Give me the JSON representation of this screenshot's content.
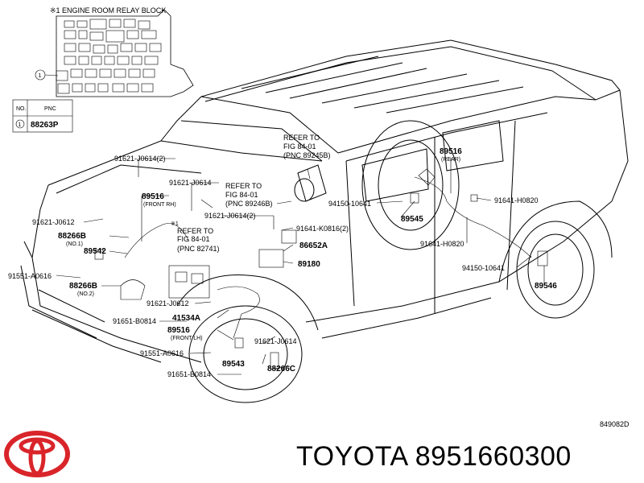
{
  "relay_block": {
    "title": "※1 ENGINE ROOM RELAY BLOCK",
    "marker": "1",
    "table_headers": [
      "NO.",
      "PNC"
    ],
    "table_row": {
      "no": "1",
      "pnc": "88263P"
    }
  },
  "callouts": [
    {
      "id": "c1",
      "text": "91621-J0614(2)"
    },
    {
      "id": "c2",
      "text": "91621-J0614"
    },
    {
      "id": "c3",
      "text": "89516"
    },
    {
      "id": "c3s",
      "text": "(FRONT RH)"
    },
    {
      "id": "c4",
      "text": "91621-J0612"
    },
    {
      "id": "c5",
      "text": "88266B"
    },
    {
      "id": "c5s",
      "text": "(NO.1)"
    },
    {
      "id": "c6",
      "text": "89542"
    },
    {
      "id": "c7",
      "text": "91551-A0616"
    },
    {
      "id": "c8",
      "text": "88266B"
    },
    {
      "id": "c8s",
      "text": "(NO.2)"
    },
    {
      "id": "c9",
      "text": "91621-J0612"
    },
    {
      "id": "c10",
      "text": "91651-B0814"
    },
    {
      "id": "c11",
      "text": "41534A"
    },
    {
      "id": "c12",
      "text": "89516"
    },
    {
      "id": "c12s",
      "text": "(FRONT LH)"
    },
    {
      "id": "c13",
      "text": "91551-A0616"
    },
    {
      "id": "c14",
      "text": "91651-B0814"
    },
    {
      "id": "c15",
      "text": "89543"
    },
    {
      "id": "c16",
      "text": "91621-J0614"
    },
    {
      "id": "c17",
      "text": "88266C"
    },
    {
      "id": "c18",
      "text": "91621-J0614(2)"
    },
    {
      "id": "c19",
      "text": "※1"
    },
    {
      "id": "c20",
      "text": "REFER TO"
    },
    {
      "id": "c21",
      "text": "FIG 84-01"
    },
    {
      "id": "c22",
      "text": "(PNC 82741)"
    },
    {
      "id": "c23",
      "text": "REFER TO"
    },
    {
      "id": "c24",
      "text": "FIG 84-01"
    },
    {
      "id": "c25",
      "text": "(PNC 89246B)"
    },
    {
      "id": "c26",
      "text": "REFER TO"
    },
    {
      "id": "c27",
      "text": "FIG 84-01"
    },
    {
      "id": "c28",
      "text": "(PNC 89245B)"
    },
    {
      "id": "c29",
      "text": "91641-K0816(2)"
    },
    {
      "id": "c30",
      "text": "86652A"
    },
    {
      "id": "c31",
      "text": "89180"
    },
    {
      "id": "c32",
      "text": "94150-10641"
    },
    {
      "id": "c33",
      "text": "89545"
    },
    {
      "id": "c34",
      "text": "89516"
    },
    {
      "id": "c34s",
      "text": "(REAR)"
    },
    {
      "id": "c35",
      "text": "91641-H0820"
    },
    {
      "id": "c36",
      "text": "91641-H0820"
    },
    {
      "id": "c37",
      "text": "94150-10641"
    },
    {
      "id": "c38",
      "text": "89546"
    }
  ],
  "ref_code": "849082D",
  "footer": {
    "brand": "TOYOTA",
    "part_number": "8951660300"
  }
}
